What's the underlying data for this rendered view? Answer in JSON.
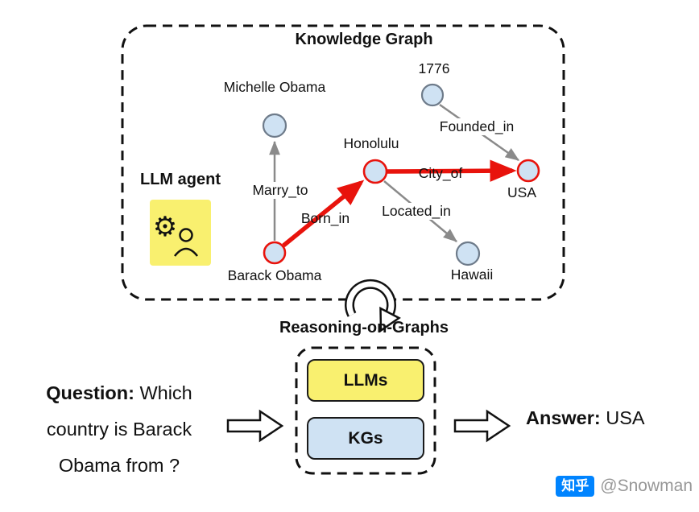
{
  "figure": {
    "kg_title": "Knowledge Graph",
    "agent_label": "LLM agent",
    "nodes": {
      "michelle": "Michelle Obama",
      "year": "1776",
      "honolulu": "Honolulu",
      "usa": "USA",
      "barack": "Barack Obama",
      "hawaii": "Hawaii"
    },
    "edges": {
      "marry_to": "Marry_to",
      "founded_in": "Founded_in",
      "city_of": "City_of",
      "born_in": "Born_in",
      "located_in": "Located_in"
    },
    "reasoning_label": "Reasoning-on-Graphs",
    "pipeline": {
      "llms": "LLMs",
      "kgs": "KGs"
    },
    "question": {
      "prefix": "Question:",
      "line1_rest": "Which",
      "line2": "country is Barack",
      "line3": "Obama from ?"
    },
    "answer": {
      "prefix": "Answer:",
      "value": "USA"
    }
  },
  "icons": {
    "gear": "⚙"
  },
  "watermark": {
    "badge": "知乎",
    "handle": "@Snowman"
  },
  "colors": {
    "edge_red": "#e8130c",
    "edge_gray": "#8a8a8a",
    "node_fill": "#cfe2f3",
    "node_stroke_gray": "#6e7b8a",
    "llm_yellow": "#f9f06f",
    "kg_blue": "#cfe2f3",
    "zhihu_blue": "#0084ff"
  }
}
